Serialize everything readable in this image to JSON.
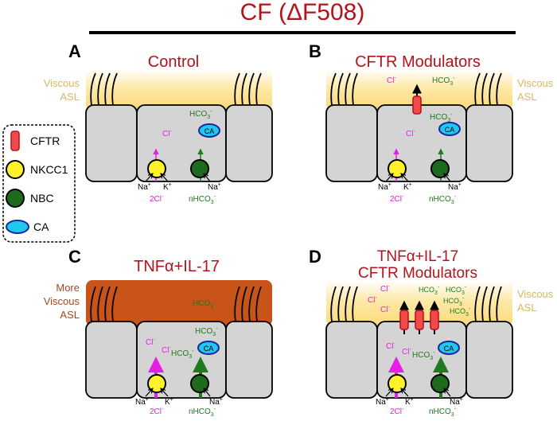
{
  "figure": {
    "title": "CF (ΔF508)"
  },
  "legend": {
    "items": [
      {
        "label": "CFTR",
        "icon": "cftr-channel-icon"
      },
      {
        "label": "NKCC1",
        "icon": "nkcc1-circle-icon"
      },
      {
        "label": "NBC",
        "icon": "nbc-circle-icon"
      },
      {
        "label": "CA",
        "icon": "ca-ellipse-icon"
      }
    ]
  },
  "panels": [
    {
      "letter": "A",
      "title": [
        "Control"
      ],
      "asl_label": [
        "Viscous",
        "ASL"
      ],
      "ion_labels": {
        "cl_in": "Cl",
        "hco3_in": "HCO",
        "ca": "CA",
        "na1": "Na",
        "k": "K",
        "cl2": "2Cl",
        "na2": "Na",
        "nhco3": "nHCO"
      }
    },
    {
      "letter": "B",
      "title": [
        "CFTR Modulators"
      ],
      "asl_label": [
        "Viscous",
        "ASL"
      ],
      "ion_labels": {
        "cl_out": "Cl",
        "hco3_out": "HCO",
        "cl_in": "Cl",
        "hco3_in": "HCO",
        "ca": "CA",
        "na1": "Na",
        "k": "K",
        "cl2": "2Cl",
        "na2": "Na",
        "nhco3": "nHCO"
      }
    },
    {
      "letter": "C",
      "title": [
        "TNFα+IL-17"
      ],
      "asl_label": [
        "More",
        "Viscous",
        "ASL"
      ],
      "ion_labels": {
        "hco3_out": "HCO",
        "cl_in": "Cl",
        "cl_in2": "Cl",
        "hco3_in": "HCO",
        "hco3_in2": "HCO",
        "ca": "CA",
        "na1": "Na",
        "k": "K",
        "cl2": "2Cl",
        "na2": "Na",
        "nhco3": "nHCO"
      }
    },
    {
      "letter": "D",
      "title": [
        "TNFα+IL-17",
        "CFTR Modulators"
      ],
      "asl_label": [
        "Viscous",
        "ASL"
      ],
      "ion_labels": {
        "cl_out_a": "Cl",
        "cl_out_b": "Cl",
        "cl_out_c": "Cl",
        "hco3_out_a": "HCO",
        "hco3_out_b": "HCO",
        "hco3_out_c": "HCO",
        "hco3_out_d": "HCO",
        "cl_in": "Cl",
        "cl_in2": "Cl",
        "hco3_in": "HCO",
        "ca": "CA",
        "na1": "Na",
        "k": "K",
        "cl2": "2Cl",
        "na2": "Na",
        "nhco3": "nHCO"
      }
    }
  ],
  "colors": {
    "title_red": "#b3131b",
    "magenta": "#e61fe6",
    "green": "#1d7a1d",
    "asl_yellow": "#fde8a8",
    "asl_orange": "#c8541a",
    "asl_text_tan": "#d8b860",
    "asl_text_brown": "#9c4a22",
    "cell_gray": "#d4d4d4",
    "nkcc1_yellow": "#fff22a",
    "nbc_green": "#1e6b1e",
    "ca_blue": "#20c8f0",
    "cftr_red": "#f04a4a"
  }
}
